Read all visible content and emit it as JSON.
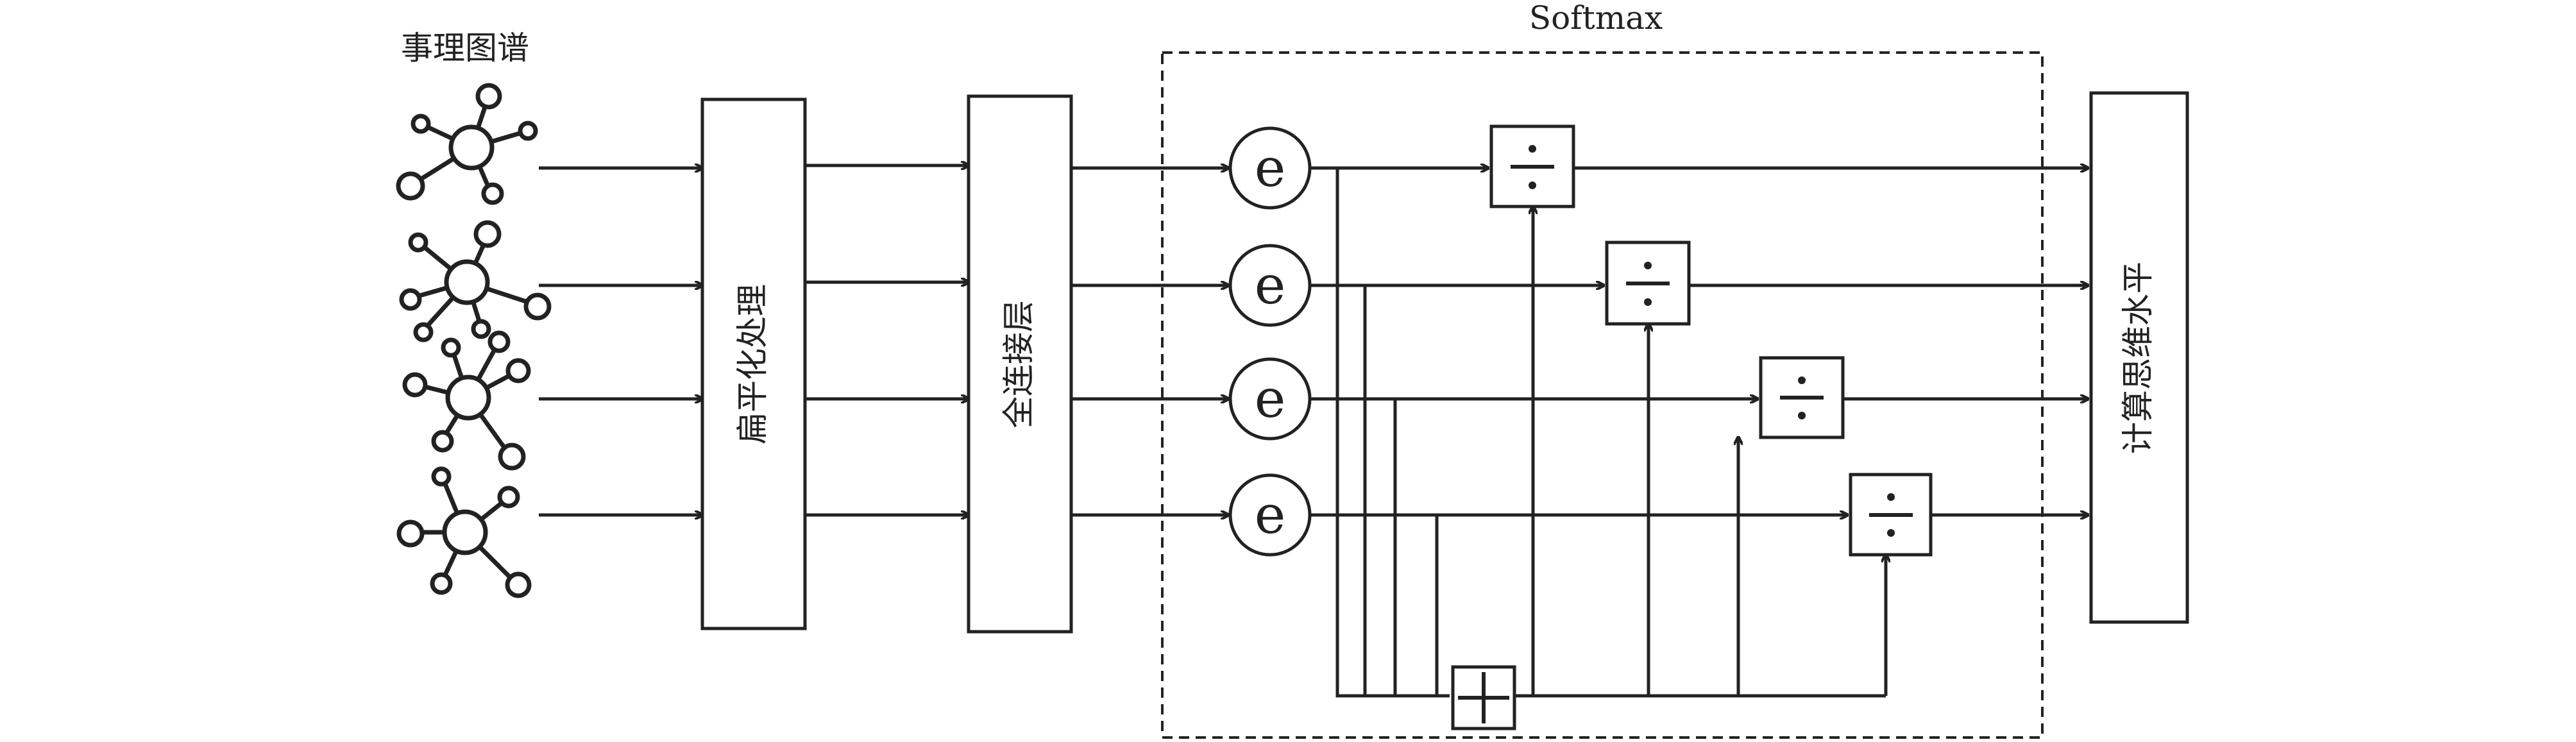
{
  "title_left": "事理图谱",
  "softmax_label": "Softmax",
  "flatten_label": "扁平化处理",
  "dense_label": "全连接层",
  "output_label": "计算思维水平",
  "exp_symbol": "e",
  "divide_symbol": "÷",
  "sum_symbol": "+",
  "rows": 4,
  "colors": {
    "line": "#222222",
    "background": "#ffffff"
  }
}
